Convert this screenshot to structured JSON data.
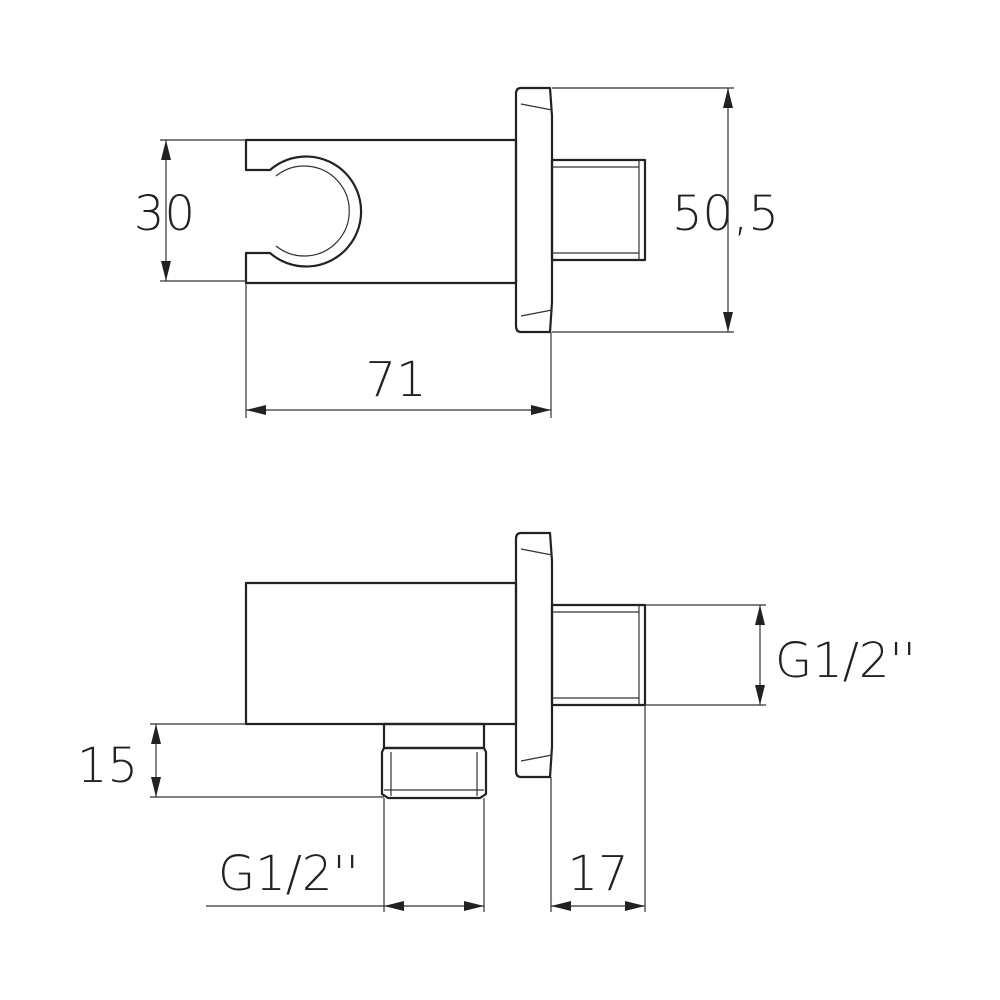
{
  "top_view": {
    "holder_height": "30",
    "total_height": "50,5",
    "total_length": "71"
  },
  "side_view": {
    "outlet_height": "15",
    "inlet_thread": "G1/2''",
    "outlet_thread": "G1/2''",
    "thread_length": "17"
  },
  "colors": {
    "line": "#222222",
    "background": "#ffffff"
  }
}
